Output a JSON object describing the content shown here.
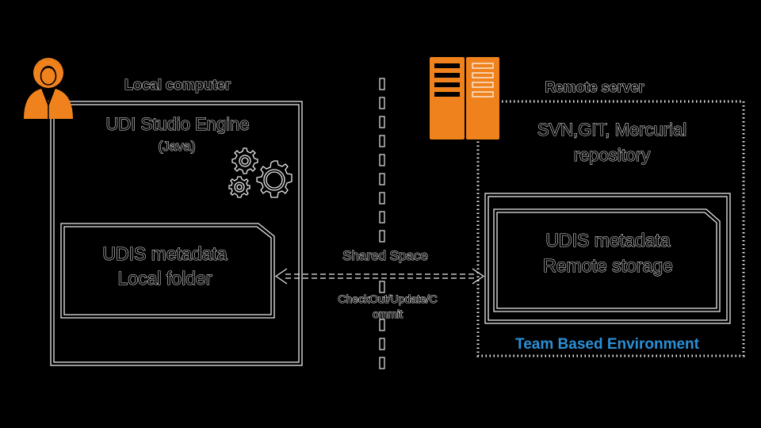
{
  "local": {
    "heading": "Local computer",
    "engine_title": "UDI Studio Engine",
    "engine_subtitle": "(Java)",
    "folder_line1": "UDIS metadata",
    "folder_line2": "Local folder"
  },
  "remote": {
    "heading": "Remote server",
    "repo_line1": "SVN,GIT, Mercurial",
    "repo_line2": "repository",
    "storage_line1": "UDIS metadata",
    "storage_line2": "Remote  storage",
    "env_label": "Team Based Environment"
  },
  "link": {
    "shared_space": "Shared Space",
    "ops_line1": "CheckOut/Update/C",
    "ops_line2": "ommit"
  },
  "colors": {
    "background": "#000000",
    "outline": "#e9e9e9",
    "accent_orange": "#f0821e",
    "env_blue": "#2b8fd6"
  },
  "icons": {
    "user": "user-icon",
    "server": "server-icon",
    "gears": "gears-icon"
  }
}
